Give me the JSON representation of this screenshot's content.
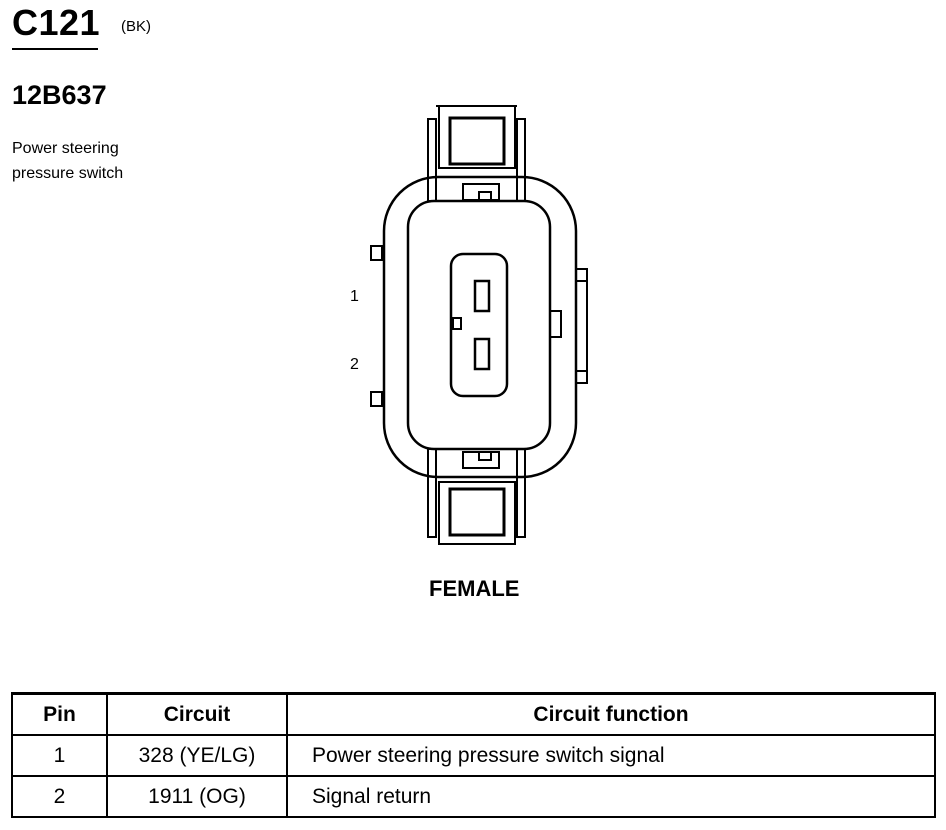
{
  "connector": {
    "id": "C121",
    "color": "(BK)",
    "part_number": "12B637",
    "description_lines": [
      "Power steering",
      "pressure switch"
    ],
    "view": "FEMALE",
    "pin_labels": [
      "1",
      "2"
    ]
  },
  "table": {
    "headers": [
      "Pin",
      "Circuit",
      "Circuit function"
    ],
    "rows": [
      {
        "pin": "1",
        "circuit": "328 (YE/LG)",
        "function": "Power steering pressure switch signal"
      },
      {
        "pin": "2",
        "circuit": "1911 (OG)",
        "function": "Signal return"
      }
    ]
  }
}
